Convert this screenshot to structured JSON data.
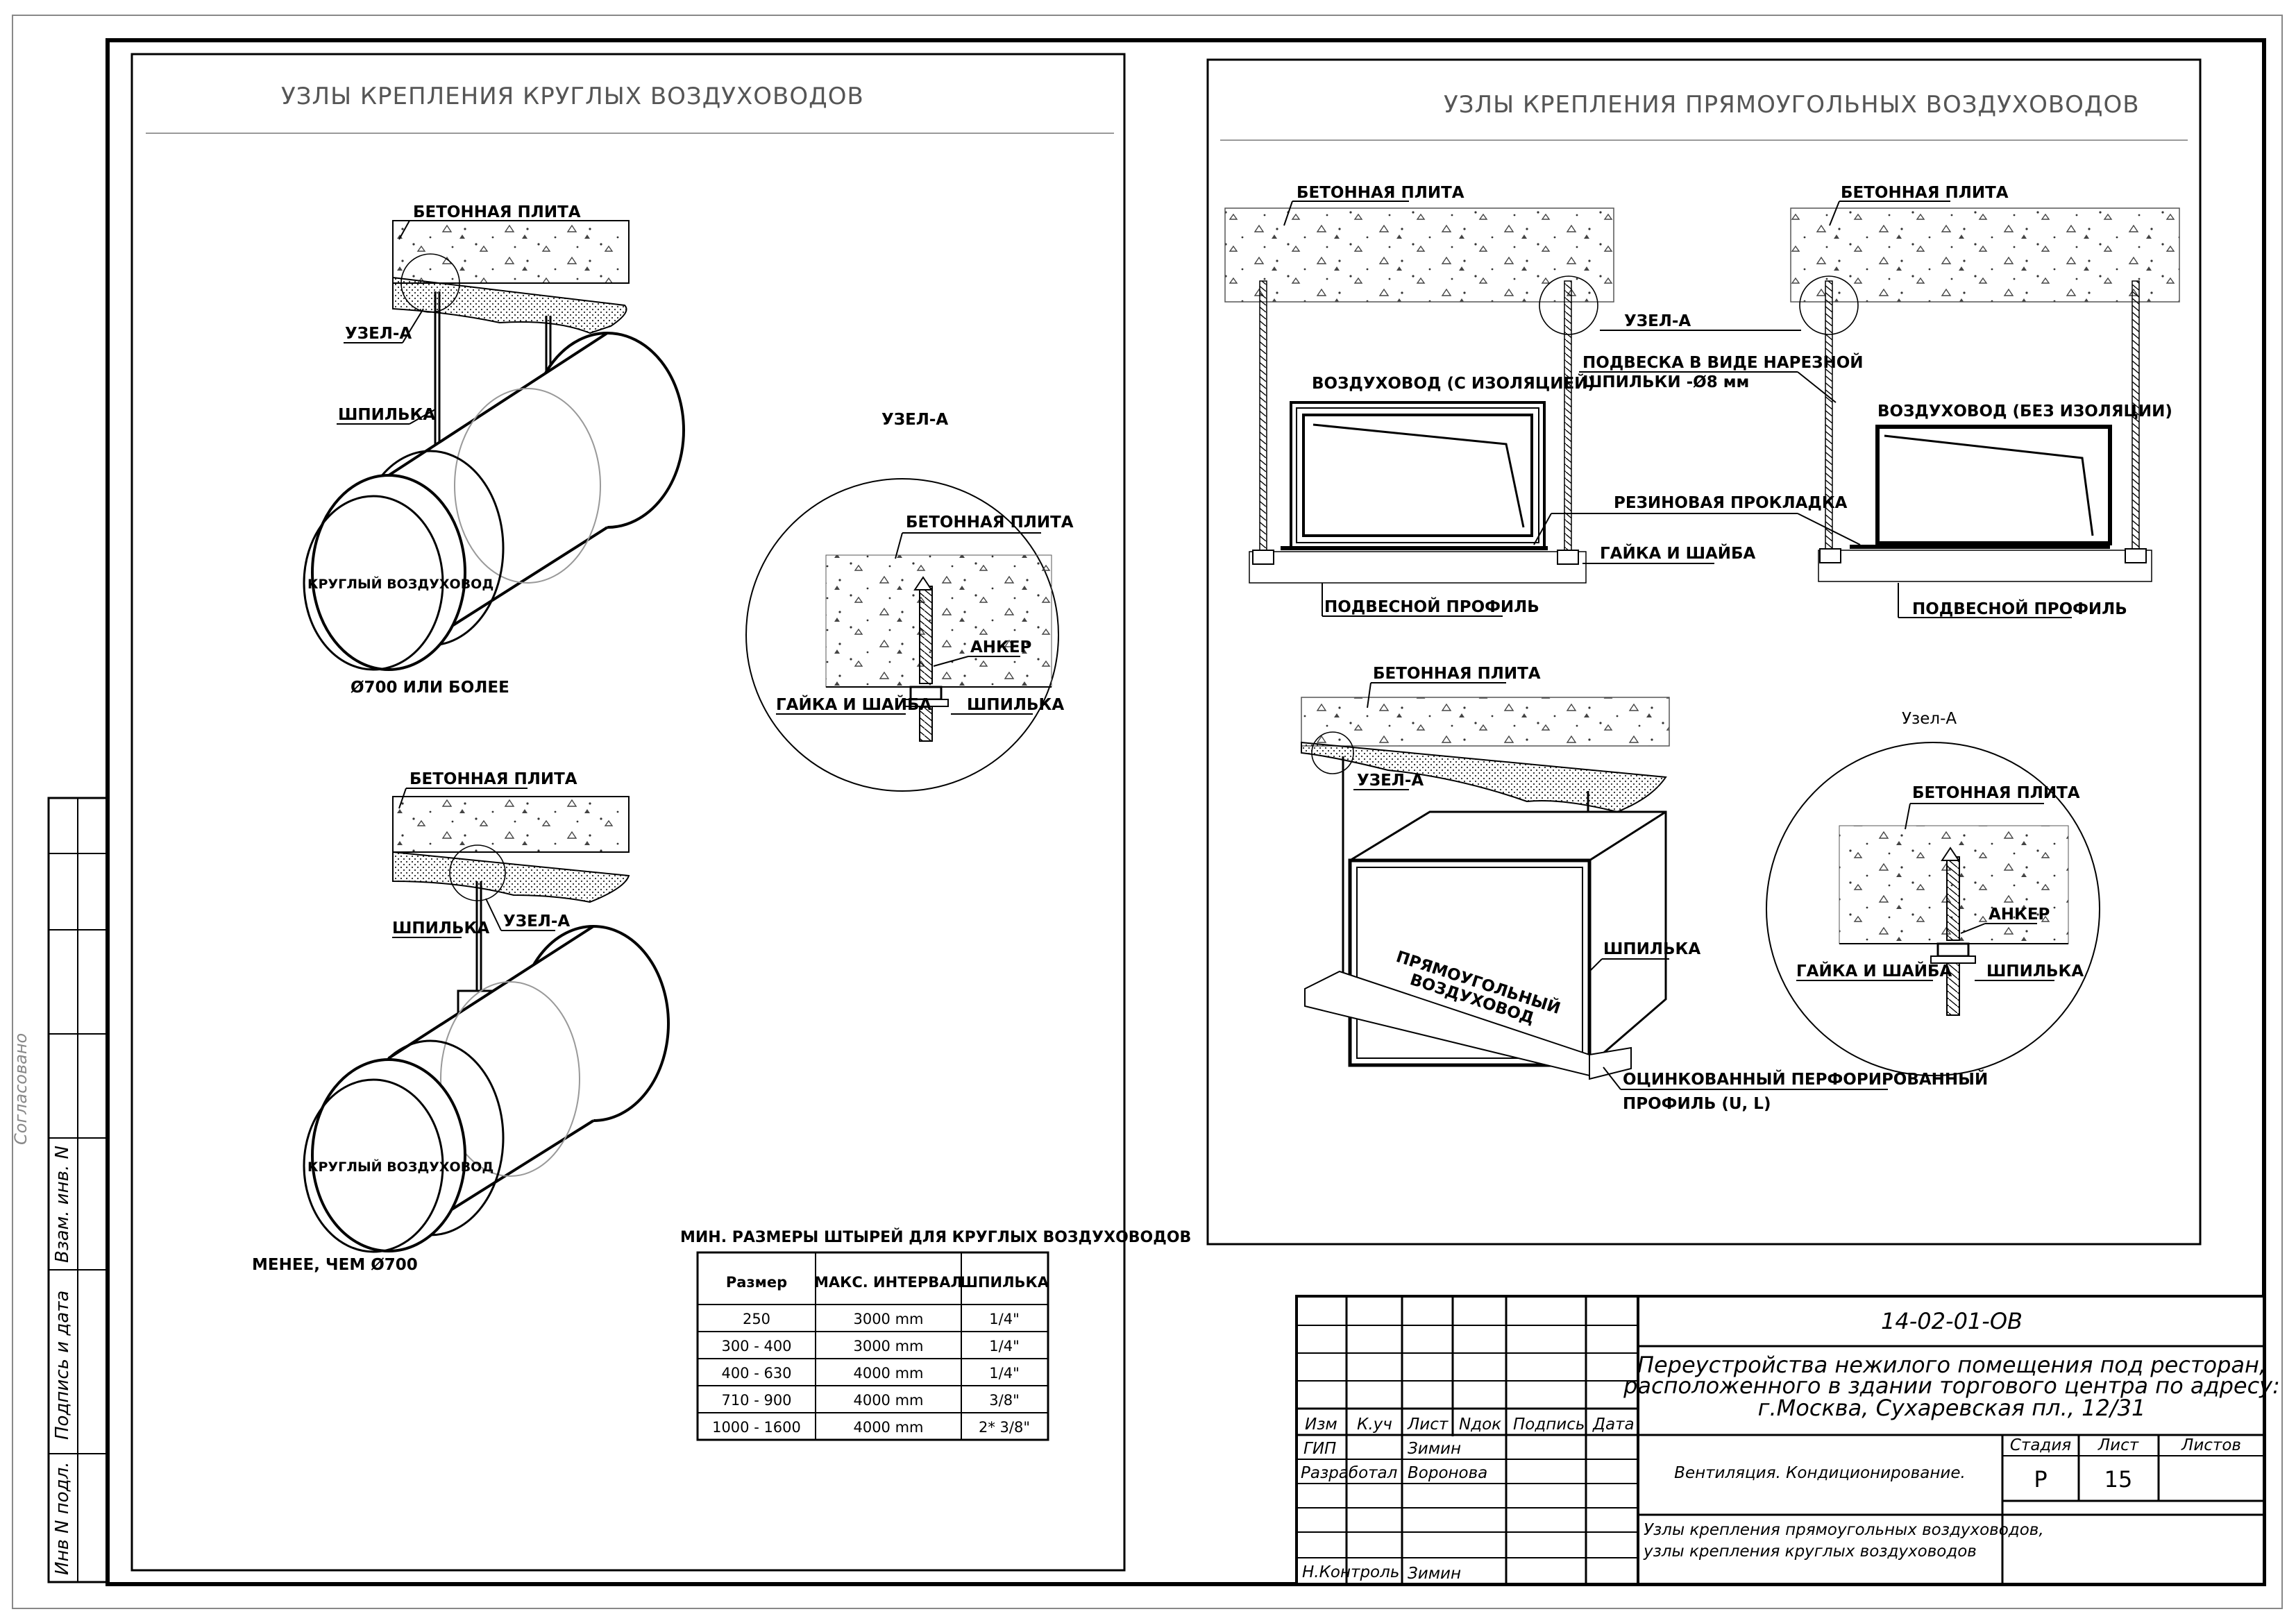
{
  "panels": {
    "round": {
      "title": "УЗЛЫ КРЕПЛЕНИЯ КРУГЛЫХ ВОЗДУХОВОДОВ",
      "top": {
        "slab": "БЕТОННАЯ ПЛИТА",
        "node": "УЗЕЛ-А",
        "rod": "ШПИЛЬКА",
        "duct": "КРУГЛЫЙ ВОЗДУХОВОД",
        "caption": "Ø700 ИЛИ БОЛЕЕ"
      },
      "bottom": {
        "slab": "БЕТОННАЯ ПЛИТА",
        "node": "УЗЕЛ-А",
        "rod": "ШПИЛЬКА",
        "duct": "КРУГЛЫЙ ВОЗДУХОВОД",
        "caption": "МЕНЕЕ, ЧЕМ Ø700"
      },
      "detail": {
        "title": "УЗЕЛ-А",
        "slab": "БЕТОННАЯ ПЛИТА",
        "anchor": "АНКЕР",
        "nut": "ГАЙКА И ШАЙБА",
        "rod": "ШПИЛЬКА"
      },
      "table": {
        "title": "МИН. РАЗМЕРЫ ШТЫРЕЙ ДЛЯ КРУГЛЫХ ВОЗДУХОВОДОВ",
        "headers": [
          "Размер",
          "МАКС. ИНТЕРВАЛ",
          "ШПИЛЬКА"
        ],
        "rows": [
          [
            "250",
            "3000 mm",
            "1/4\""
          ],
          [
            "300 - 400",
            "3000 mm",
            "1/4\""
          ],
          [
            "400 - 630",
            "4000 mm",
            "1/4\""
          ],
          [
            "710 - 900",
            "4000 mm",
            "3/8\""
          ],
          [
            "1000 - 1600",
            "4000 mm",
            "2* 3/8\""
          ]
        ]
      }
    },
    "rect": {
      "title": "УЗЛЫ КРЕПЛЕНИЯ ПРЯМОУГОЛЬНЫХ ВОЗДУХОВОДОВ",
      "slab_left": "БЕТОННАЯ ПЛИТА",
      "slab_right": "БЕТОННАЯ ПЛИТА",
      "duct_insulated": "ВОЗДУХОВОД (С ИЗОЛЯЦИЕЙ)",
      "duct_bare": "ВОЗДУХОВОД (БЕЗ ИЗОЛЯЦИИ)",
      "node": "УЗЕЛ-А",
      "hanger_line1": "ПОДВЕСКА В ВИДЕ НАРЕЗНОЙ",
      "hanger_line2": "ШПИЛЬКИ -Ø8 мм",
      "rubber": "РЕЗИНОВАЯ ПРОКЛАДКА",
      "nut": "ГАЙКА И ШАЙБА",
      "profile_left": "ПОДВЕСНОЙ ПРОФИЛЬ",
      "profile_right": "ПОДВЕСНОЙ ПРОФИЛЬ",
      "iso": {
        "slab": "БЕТОННАЯ ПЛИТА",
        "node": "УЗЕЛ-А",
        "duct_line1": "ПРЯМОУГОЛЬНЫЙ",
        "duct_line2": "ВОЗДУХОВОД",
        "rod": "ШПИЛЬКА",
        "profile_line1": "ОЦИНКОВАННЫЙ ПЕРФОРИРОВАННЫЙ",
        "profile_line2": "ПРОФИЛЬ (U, L)"
      },
      "detail": {
        "title": "Узел-А",
        "slab": "БЕТОННАЯ ПЛИТА",
        "anchor": "АНКЕР",
        "nut": "ГАЙКА И ШАЙБА",
        "rod": "ШПИЛЬКА"
      }
    }
  },
  "side_stamp": {
    "agreed": "Согласовано",
    "inv_sub": "Взам. инв. N",
    "sign_date": "Подпись и дата",
    "inv_orig": "Инв N подл."
  },
  "title_block": {
    "code": "14-02-01-ОВ",
    "project_line1": "Переустройства нежилого помещения под ресторан,",
    "project_line2": "расположенного в здании торгового центра по адресу:",
    "project_line3": "г.Москва, Сухаревская пл., 12/31",
    "columns": [
      "Изм",
      "К.уч",
      "Лист",
      "Nдок",
      "Подпись",
      "Дата"
    ],
    "roles": [
      {
        "role": "ГИП",
        "name": "Зимин"
      },
      {
        "role": "Разработал",
        "name": "Воронова"
      },
      {
        "role": "Н.Контроль",
        "name": "Зимин"
      }
    ],
    "section": "Вентиляция. Кондиционирование.",
    "stage_label": "Стадия",
    "sheet_label": "Лист",
    "sheets_label": "Листов",
    "stage": "Р",
    "sheet": "15",
    "drawing_line1": "Узлы крепления прямоугольных воздуховодов,",
    "drawing_line2": "узлы крепления круглых воздуховодов"
  }
}
